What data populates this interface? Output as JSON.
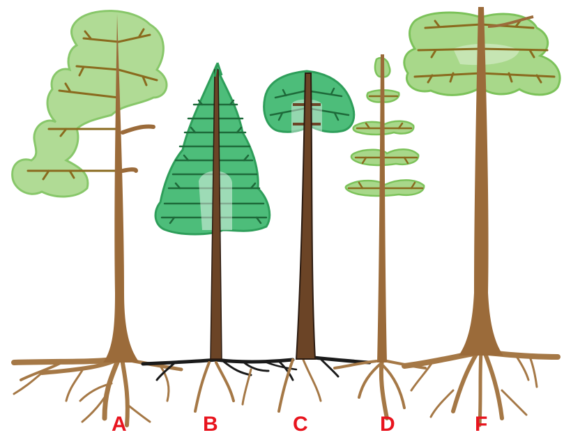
{
  "trees": [
    {
      "id": "A",
      "label": "A",
      "form": "pine-irregular",
      "crown_color": "#a8d88a",
      "trunk_color": "#9b6b3a"
    },
    {
      "id": "B",
      "label": "B",
      "form": "spruce-conical",
      "crown_color": "#4dbd7a",
      "trunk_color": "#6b4426"
    },
    {
      "id": "C",
      "label": "C",
      "form": "umbrella",
      "crown_color": "#4dbd7a",
      "trunk_color": "#6b4426"
    },
    {
      "id": "D",
      "label": "D",
      "form": "sparse-young",
      "crown_color": "#a8d88a",
      "trunk_color": "#9b6b3a"
    },
    {
      "id": "F",
      "label": "F",
      "form": "flat-top",
      "crown_color": "#a8d88a",
      "trunk_color": "#9b6b3a"
    }
  ],
  "colors": {
    "label": "#e8141e",
    "root_brown": "#a57846",
    "root_black": "#1a1a1a",
    "branch": "#8a6a1e",
    "crown_edge": "#7cc25a",
    "dark_crown_edge": "#2e9e5a"
  }
}
